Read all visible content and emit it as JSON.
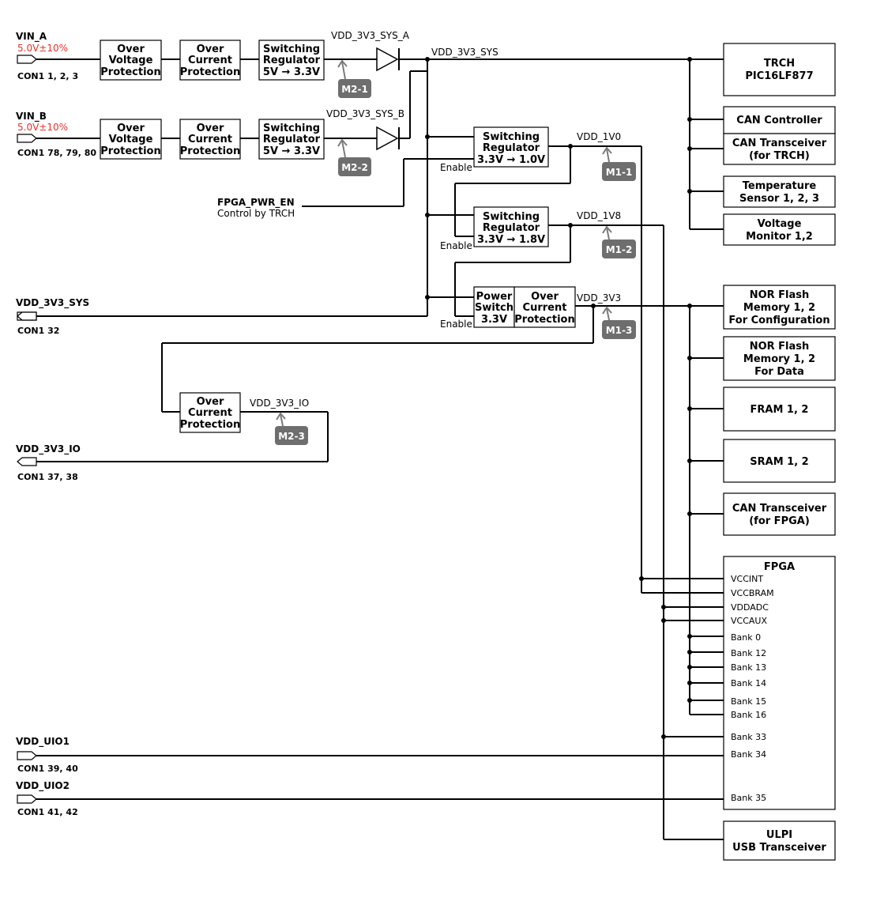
{
  "inputs": {
    "vin_a": {
      "name": "VIN_A",
      "spec": "5.0V±10%",
      "con": "CON1 1, 2, 3"
    },
    "vin_b": {
      "name": "VIN_B",
      "spec": "5.0V±10%",
      "con": "CON1 78, 79, 80"
    },
    "vdd_3v3_sys": {
      "name": "VDD_3V3_SYS",
      "con": "CON1 32"
    },
    "vdd_3v3_io": {
      "name": "VDD_3V3_IO",
      "con": "CON1 37, 38"
    },
    "vdd_uio1": {
      "name": "VDD_UIO1",
      "con": "CON1 39, 40"
    },
    "vdd_uio2": {
      "name": "VDD_UIO2",
      "con": "CON1 41, 42"
    }
  },
  "fpga_pwr_en": {
    "name": "FPGA_PWR_EN",
    "desc": "Control by TRCH"
  },
  "blocks": {
    "ovp": [
      "Over",
      "Voltage",
      "Protection"
    ],
    "ocp": [
      "Over",
      "Current",
      "Protection"
    ],
    "sw_5v": [
      "Switching",
      "Regulator",
      "5V → 3.3V"
    ],
    "sw_1v0": [
      "Switching",
      "Regulator",
      "3.3V → 1.0V"
    ],
    "sw_1v8": [
      "Switching",
      "Regulator",
      "3.3V → 1.8V"
    ],
    "psw": [
      "Power",
      "Switch",
      "3.3V"
    ],
    "ocp2": [
      "Over",
      "Current",
      "Protection"
    ],
    "ocp_io": [
      "Over",
      "Current",
      "Protection"
    ]
  },
  "enable_label": "Enable",
  "nets": {
    "sys_a": "VDD_3V3_SYS_A",
    "sys_b": "VDD_3V3_SYS_B",
    "sys": "VDD_3V3_SYS",
    "v1v0": "VDD_1V0",
    "v1v8": "VDD_1V8",
    "v3v3": "VDD_3V3",
    "io": "VDD_3V3_IO"
  },
  "monitors": {
    "m2_1": "M2-1",
    "m2_2": "M2-2",
    "m1_1": "M1-1",
    "m1_2": "M1-2",
    "m1_3": "M1-3",
    "m2_3": "M2-3"
  },
  "loads": {
    "trch": [
      "TRCH",
      "PIC16LF877"
    ],
    "can_ctrl": [
      "CAN Controller"
    ],
    "can_trch": [
      "CAN Transceiver",
      "(for TRCH)"
    ],
    "temp": [
      "Temperature",
      "Sensor  1, 2, 3"
    ],
    "vmon": [
      "Voltage",
      "Monitor 1,2"
    ],
    "nor_cfg": [
      "NOR Flash",
      "Memory   1, 2",
      "For Configuration"
    ],
    "nor_data": [
      "NOR Flash",
      "Memory   1, 2",
      "For Data"
    ],
    "fram": [
      "FRAM 1, 2"
    ],
    "sram": [
      "SRAM  1, 2"
    ],
    "can_fpga": [
      "CAN Transceiver",
      "(for FPGA)"
    ],
    "ulpi": [
      "ULPI",
      "USB Transceiver"
    ]
  },
  "fpga": {
    "title": "FPGA",
    "pins": [
      "VCCINT",
      "VCCBRAM",
      "VDDADC",
      "VCCAUX",
      "Bank 0",
      "Bank 12",
      "Bank 13",
      "Bank 14",
      "Bank 15",
      "Bank 16",
      "Bank 33",
      "Bank 34",
      "Bank 35"
    ]
  }
}
